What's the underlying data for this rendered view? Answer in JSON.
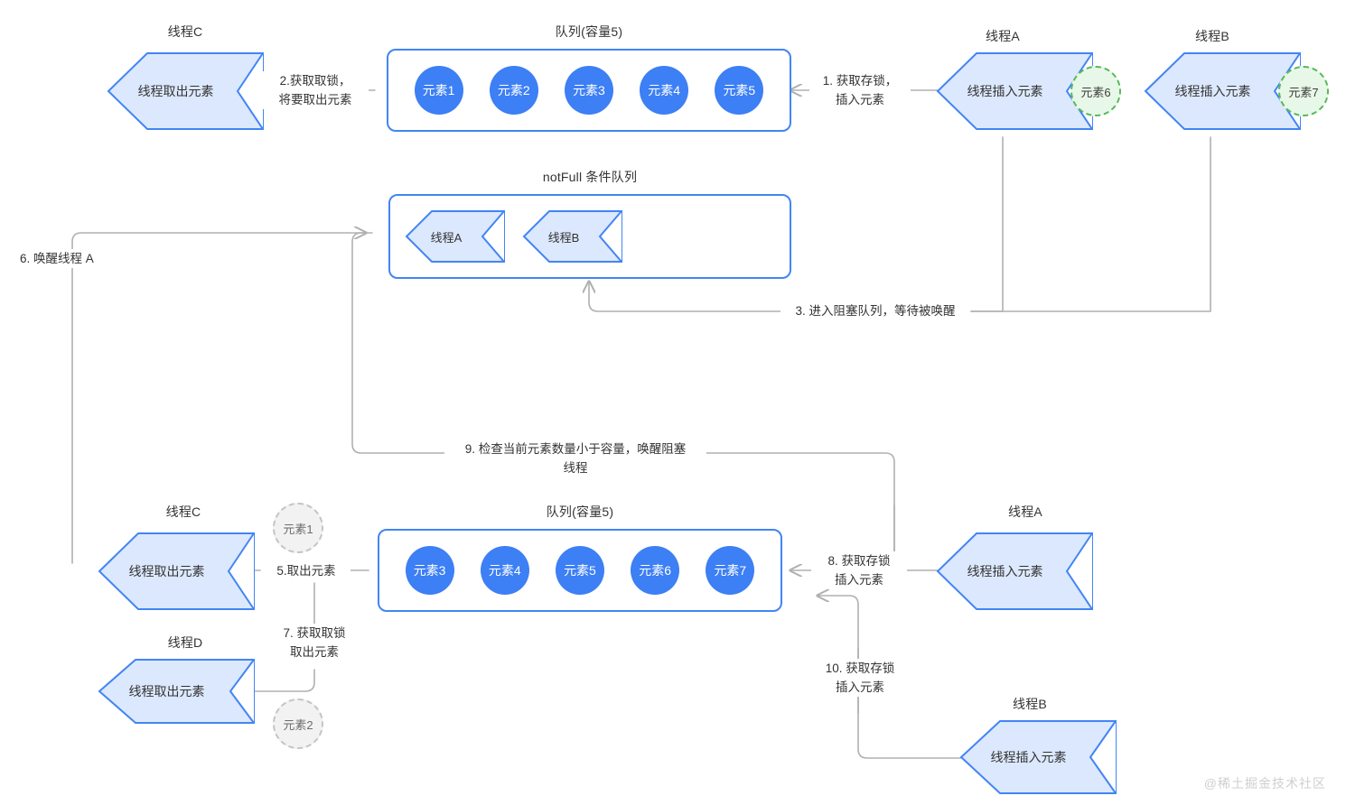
{
  "diagram": {
    "title": "BlockingQueue producer-consumer flow",
    "colors": {
      "accent_blue": "#4285f4",
      "element_blue": "#3d7ff4",
      "thread_fill": "#dce8fd",
      "thread_stroke": "#4285f4",
      "connector_grey": "#b0b0b0",
      "pending_green_border": "#5bb75b",
      "pending_green_fill": "#e8f8e8",
      "removed_grey_border": "#c4c4c4",
      "removed_grey_fill": "#f2f2f2",
      "text": "#333333"
    }
  },
  "top": {
    "thread_c": {
      "caption": "线程C",
      "label": "线程取出元素"
    },
    "queue": {
      "caption": "队列(容量5)",
      "elements": [
        "元素1",
        "元素2",
        "元素3",
        "元素4",
        "元素5"
      ]
    },
    "thread_a": {
      "caption": "线程A",
      "label": "线程插入元素",
      "pending": "元素6"
    },
    "thread_b": {
      "caption": "线程B",
      "label": "线程插入元素",
      "pending": "元素7"
    },
    "step1": "1. 获取存锁，\n插入元素",
    "step2": "2.获取取锁，\n将要取出元素"
  },
  "condition_queue": {
    "caption": "notFull 条件队列",
    "waiting": [
      {
        "label": "线程A"
      },
      {
        "label": "线程B"
      }
    ],
    "step3": "3. 进入阻塞队列，等待被唤醒"
  },
  "middle": {
    "step6": "6. 唤醒线程 A",
    "step9": "9. 检查当前元素数量小于容量，唤醒阻塞\n线程"
  },
  "bottom": {
    "thread_c": {
      "caption": "线程C",
      "label": "线程取出元素",
      "removed": "元素1"
    },
    "thread_d": {
      "caption": "线程D",
      "label": "线程取出元素",
      "removed": "元素2"
    },
    "queue": {
      "caption": "队列(容量5)",
      "elements": [
        "元素3",
        "元素4",
        "元素5",
        "元素6",
        "元素7"
      ]
    },
    "thread_a": {
      "caption": "线程A",
      "label": "线程插入元素"
    },
    "thread_b": {
      "caption": "线程B",
      "label": "线程插入元素"
    },
    "step5": "5.取出元素",
    "step7": "7. 获取取锁\n取出元素",
    "step8": "8. 获取存锁\n插入元素",
    "step10": "10. 获取存锁\n插入元素"
  },
  "watermark": "@稀土掘金技术社区"
}
